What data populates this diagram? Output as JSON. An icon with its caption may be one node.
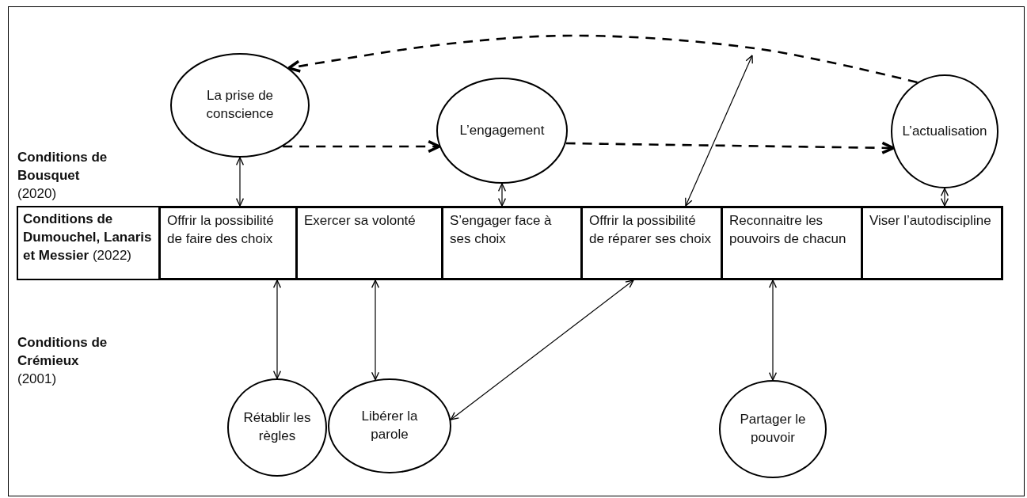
{
  "diagram": {
    "nodes": [
      {
        "text": [
          "La prise de conscience"
        ]
      },
      {
        "text": [
          "L’engagement"
        ]
      },
      {
        "text": [
          "L’actualisation"
        ]
      },
      {
        "text": [
          "**Conditions de Dumouchel, Lanaris et Messier** (2022)"
        ]
      },
      {
        "text": [
          "Offrir la possibilité de faire des choix"
        ]
      },
      {
        "text": [
          "Exercer sa volonté"
        ]
      },
      {
        "text": [
          "S’engager face à ses choix"
        ]
      },
      {
        "text": [
          "Offrir la possibilité de réparer ses choix"
        ]
      },
      {
        "text": [
          "Reconnaitre les pouvoirs de chacun"
        ]
      },
      {
        "text": [
          "Viser l’autodiscipline"
        ]
      },
      {
        "text": [
          "Rétablir les règles"
        ]
      },
      {
        "text": [
          "Libérer la parole"
        ]
      },
      {
        "text": [
          "Partager le pouvoir"
        ]
      }
    ],
    "edges": [
      {
        "from": 0,
        "to": 1,
        "arrow": "to",
        "style": "dashed"
      },
      {
        "from": 1,
        "to": 2,
        "arrow": "to",
        "style": "dashed"
      },
      {
        "from": 2,
        "to": 0,
        "arrow": "to",
        "style": "dashed"
      },
      {
        "from": 0,
        "to": 4,
        "arrow": "both"
      },
      {
        "from": 1,
        "to": 6,
        "arrow": "both"
      },
      {
        "from": 2,
        "to": 9,
        "arrow": "both"
      },
      {
        "from": 7,
        "to": null,
        "arrow": "both"
      },
      {
        "from": 4,
        "to": 10,
        "arrow": "both"
      },
      {
        "from": 5,
        "to": 11,
        "arrow": "both"
      },
      {
        "from": 7,
        "to": 11,
        "arrow": "both"
      },
      {
        "from": 8,
        "to": 12,
        "arrow": "both"
      }
    ],
    "labels": [
      "**Conditions de Bousquet** (2020)",
      "**Conditions de Crémieux** (2001)"
    ]
  }
}
